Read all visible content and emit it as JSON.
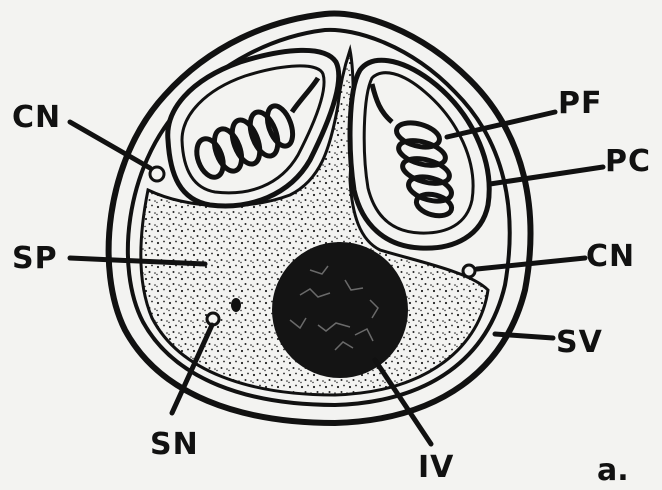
{
  "figure": {
    "panel_label": "a.",
    "labels": {
      "cn_top": "CN",
      "pf": "PF",
      "pc": "PC",
      "cn_right": "CN",
      "sp": "SP",
      "sv": "SV",
      "sn": "SN",
      "iv": "IV"
    }
  },
  "colors": {
    "ink": "#111111",
    "paper": "#f3f3f1",
    "stipple_fill": "#e6e6e4"
  }
}
